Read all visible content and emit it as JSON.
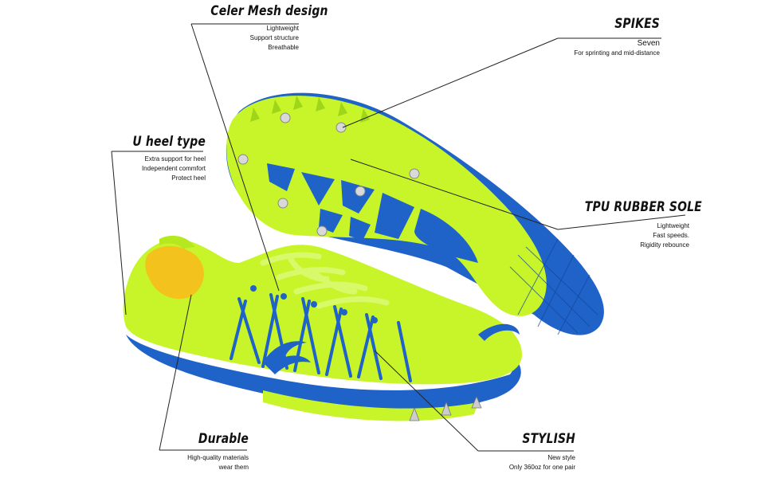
{
  "callouts": {
    "celer_mesh": {
      "title": "Celer Mesh design",
      "lines": [
        "Lightweight",
        "Support structure",
        "Breathable"
      ]
    },
    "spikes": {
      "title": "SPIKES",
      "lines": [
        "Seven",
        "For sprinting and mid-distance"
      ]
    },
    "u_heel": {
      "title": "U heel type",
      "lines": [
        "Extra support for heel",
        "Independent commfort",
        "Protect heel"
      ]
    },
    "tpu_sole": {
      "title": "TPU RUBBER SOLE",
      "lines": [
        "Lightweight",
        "Fast speeds.",
        "Rigidity rebounce"
      ]
    },
    "durable": {
      "title": "Durable",
      "lines": [
        "High-quality materials",
        "wear them"
      ]
    },
    "stylish": {
      "title": "STYLISH",
      "lines": [
        "New style",
        "Only 360oz for one pair"
      ]
    }
  },
  "colors": {
    "neon": "#c8f52a",
    "neon_dark": "#9fd61a",
    "blue": "#1f63c9",
    "blue_dark": "#12459a",
    "leader": "#222222"
  }
}
